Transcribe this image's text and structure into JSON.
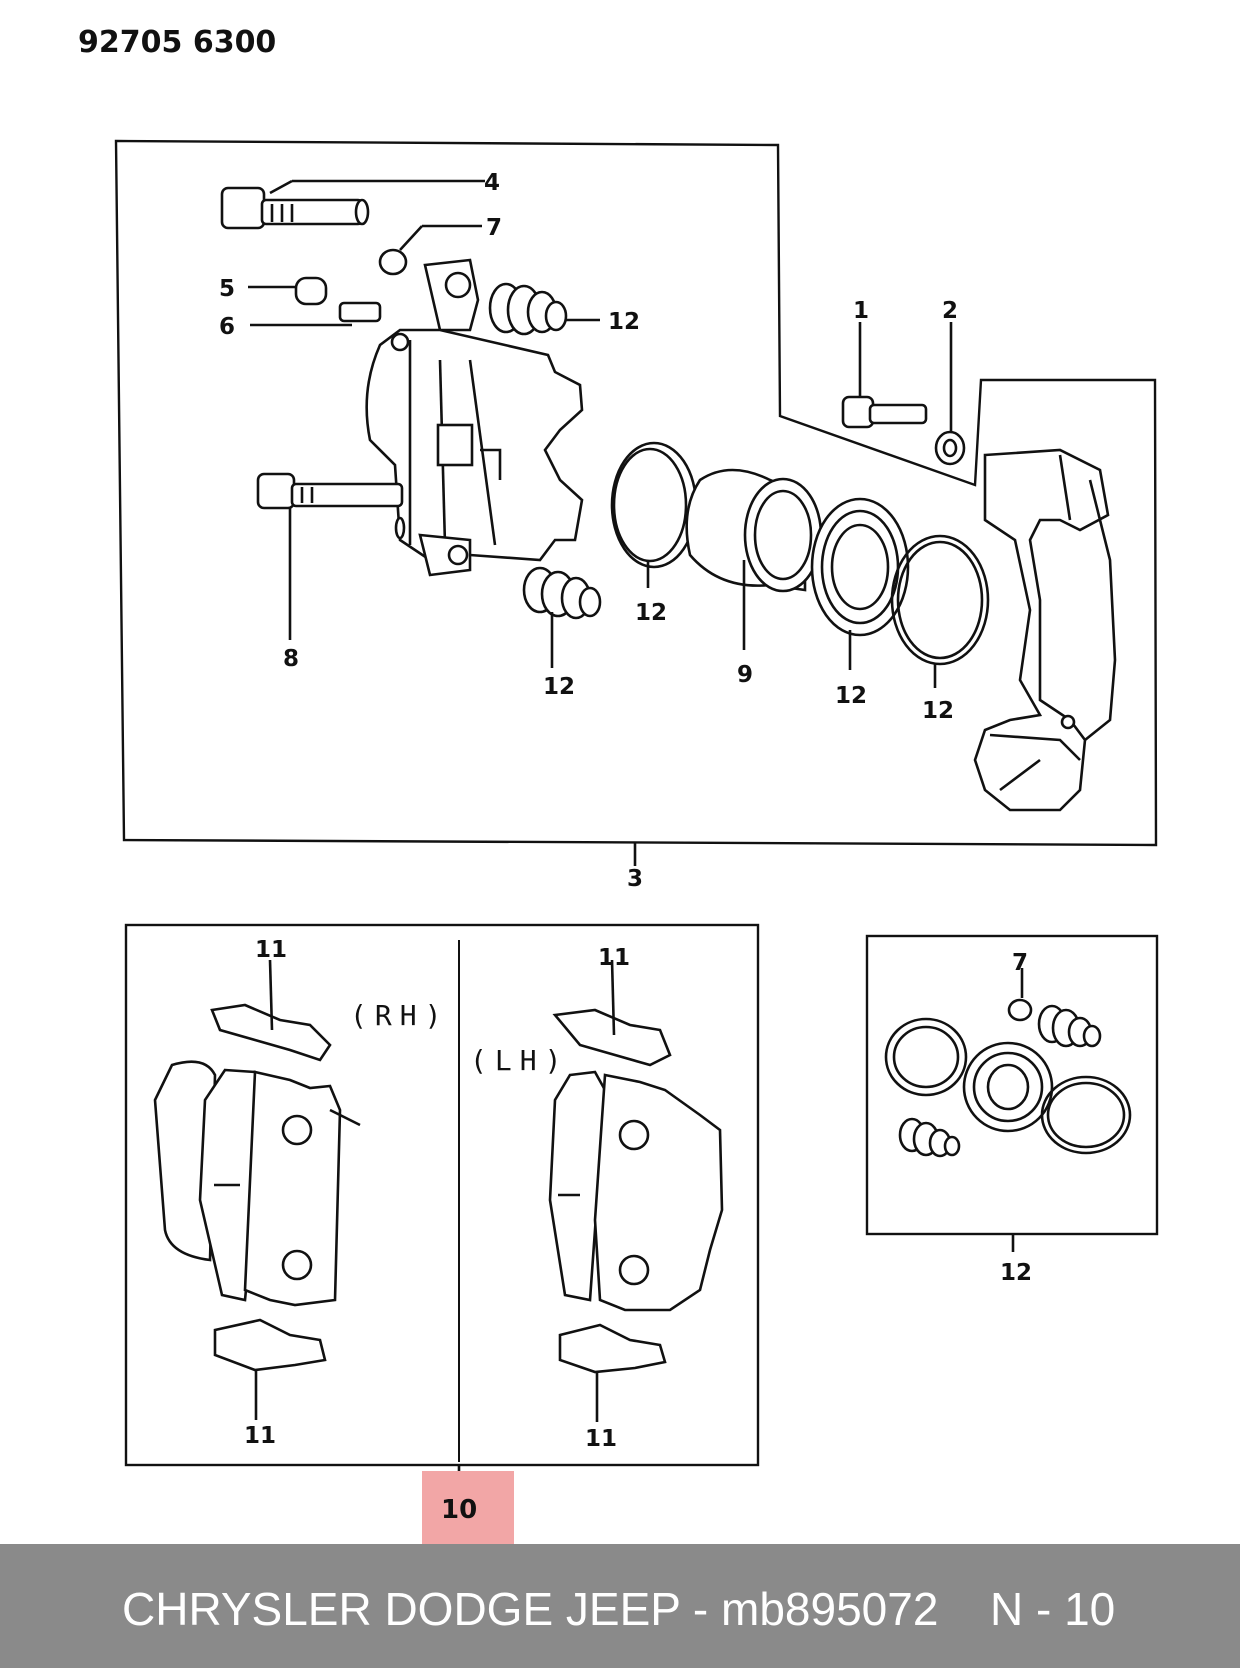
{
  "document": {
    "code": "92705 6300"
  },
  "callouts": {
    "main_box": {
      "bolt_4": "4",
      "cap_7": "7",
      "part_5": "5",
      "part_6": "6",
      "boot_upper": "12",
      "bolt_1": "1",
      "washer_2": "2",
      "pin_8": "8",
      "ring_left": "12",
      "piston_9": "9",
      "boot_lower": "12",
      "seal": "12",
      "ring_right": "12",
      "assembly_3": "3"
    },
    "pad_box": {
      "side_rh": "(RH)",
      "side_lh": "(LH)",
      "clip_rh_top": "11",
      "clip_rh_bottom": "11",
      "clip_lh_top": "11",
      "clip_lh_bottom": "11",
      "pad_set_10": "10"
    },
    "kit_box": {
      "cap_7": "7",
      "kit_12": "12"
    }
  },
  "footer": {
    "title": "CHRYSLER DODGE JEEP - mb895072",
    "page": "N - 10"
  },
  "colors": {
    "highlight": "#f2a6a6",
    "footer_bg": "#8a8a8a",
    "footer_text": "#ffffff",
    "ink": "#111111"
  }
}
